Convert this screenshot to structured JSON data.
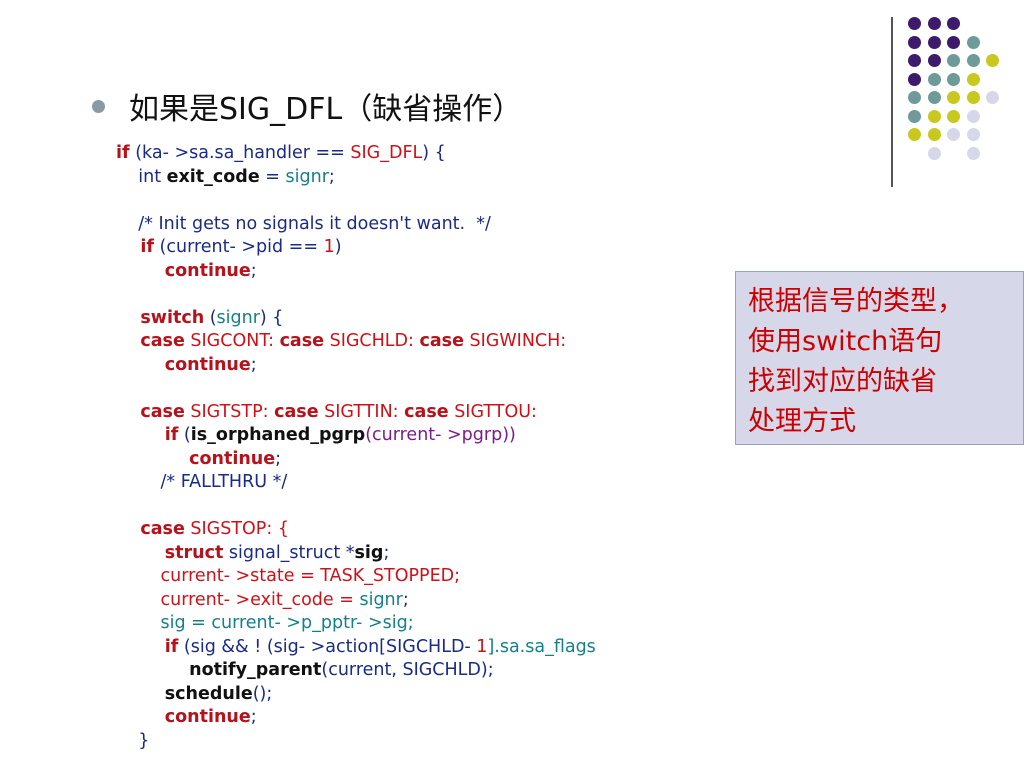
{
  "slide": {
    "bullet_text": "如果是SIG_DFL（缺省操作）",
    "note_lines": [
      "根据信号的类型，",
      "使用switch语句",
      "找到对应的缺省",
      "处理方式"
    ],
    "accent_colors": {
      "purple": "#3d1a6b",
      "teal": "#6e9a9a",
      "yellow_green": "#c8c81e",
      "lavender": "#d6d8ea",
      "note_text": "#cc0000"
    },
    "decoration_icon": "dot-grid"
  },
  "code_lines": [
    [
      {
        "t": "if",
        "c": "kw"
      },
      {
        "t": " (ka- >sa.sa_handler == ",
        "c": "navy"
      },
      {
        "t": "SIG_DFL",
        "c": "red"
      },
      {
        "t": ") {",
        "c": "navy"
      }
    ],
    [
      {
        "t": "    int ",
        "c": "navy"
      },
      {
        "t": "exit_code",
        "c": "kwb"
      },
      {
        "t": " = ",
        "c": "navy"
      },
      {
        "t": "signr",
        "c": "teal"
      },
      {
        "t": ";",
        "c": "navy"
      }
    ],
    [],
    [
      {
        "t": "    /* Init gets no signals it doesn't want.  */",
        "c": "navy"
      }
    ],
    [
      {
        "t": "    if",
        "c": "kw"
      },
      {
        "t": " (current- >pid == ",
        "c": "navy"
      },
      {
        "t": "1",
        "c": "red"
      },
      {
        "t": ")",
        "c": "navy"
      }
    ],
    [
      {
        "t": "        continue",
        "c": "kw"
      },
      {
        "t": ";",
        "c": "navy"
      }
    ],
    [],
    [
      {
        "t": "    switch",
        "c": "kw"
      },
      {
        "t": " (",
        "c": "navy"
      },
      {
        "t": "signr",
        "c": "teal"
      },
      {
        "t": ") {",
        "c": "navy"
      }
    ],
    [
      {
        "t": "    case",
        "c": "kw"
      },
      {
        "t": " SIGCONT: ",
        "c": "red"
      },
      {
        "t": "case",
        "c": "kw"
      },
      {
        "t": " SIGCHLD: ",
        "c": "red"
      },
      {
        "t": "case",
        "c": "kw"
      },
      {
        "t": " SIGWINCH:",
        "c": "red"
      }
    ],
    [
      {
        "t": "        continue",
        "c": "kw"
      },
      {
        "t": ";",
        "c": "navy"
      }
    ],
    [],
    [
      {
        "t": "    case",
        "c": "kw"
      },
      {
        "t": " SIGTSTP: ",
        "c": "red"
      },
      {
        "t": "case",
        "c": "kw"
      },
      {
        "t": " SIGTTIN: ",
        "c": "red"
      },
      {
        "t": "case",
        "c": "kw"
      },
      {
        "t": " SIGTTOU:",
        "c": "red"
      }
    ],
    [
      {
        "t": "        if",
        "c": "kw"
      },
      {
        "t": " (",
        "c": "navy"
      },
      {
        "t": "is_orphaned_pgrp",
        "c": "kwb"
      },
      {
        "t": "(current- >pgrp))",
        "c": "purp"
      }
    ],
    [
      {
        "t": "            continue",
        "c": "kw"
      },
      {
        "t": ";",
        "c": "navy"
      }
    ],
    [
      {
        "t": "        /* FALLTHRU */",
        "c": "navy"
      }
    ],
    [],
    [
      {
        "t": "    case",
        "c": "kw"
      },
      {
        "t": " SIGSTOP: {",
        "c": "red"
      }
    ],
    [
      {
        "t": "        struct",
        "c": "kw"
      },
      {
        "t": " signal_struct *",
        "c": "navy"
      },
      {
        "t": "sig",
        "c": "kwb"
      },
      {
        "t": ";",
        "c": "navy"
      }
    ],
    [
      {
        "t": "        current- >state = TASK_STOPPED;",
        "c": "red"
      }
    ],
    [
      {
        "t": "        current- >exit_code = ",
        "c": "red"
      },
      {
        "t": "signr",
        "c": "teal"
      },
      {
        "t": ";",
        "c": "navy"
      }
    ],
    [
      {
        "t": "        sig = current- >p_pptr- >sig;",
        "c": "teal"
      }
    ],
    [
      {
        "t": "        if",
        "c": "kw"
      },
      {
        "t": " (",
        "c": "navy"
      },
      {
        "t": "sig && ! (sig- >action[SIGCHLD- ",
        "c": "navy"
      },
      {
        "t": "1",
        "c": "red"
      },
      {
        "t": "].sa.sa_flags",
        "c": "teal"
      }
    ],
    [
      {
        "t": "            notify_parent",
        "c": "kwb"
      },
      {
        "t": "(current, SIGCHLD);",
        "c": "navy"
      }
    ],
    [
      {
        "t": "        schedule",
        "c": "kwb"
      },
      {
        "t": "();",
        "c": "navy"
      }
    ],
    [
      {
        "t": "        continue",
        "c": "kw"
      },
      {
        "t": ";",
        "c": "navy"
      }
    ],
    [
      {
        "t": "    }",
        "c": "navy"
      }
    ]
  ]
}
